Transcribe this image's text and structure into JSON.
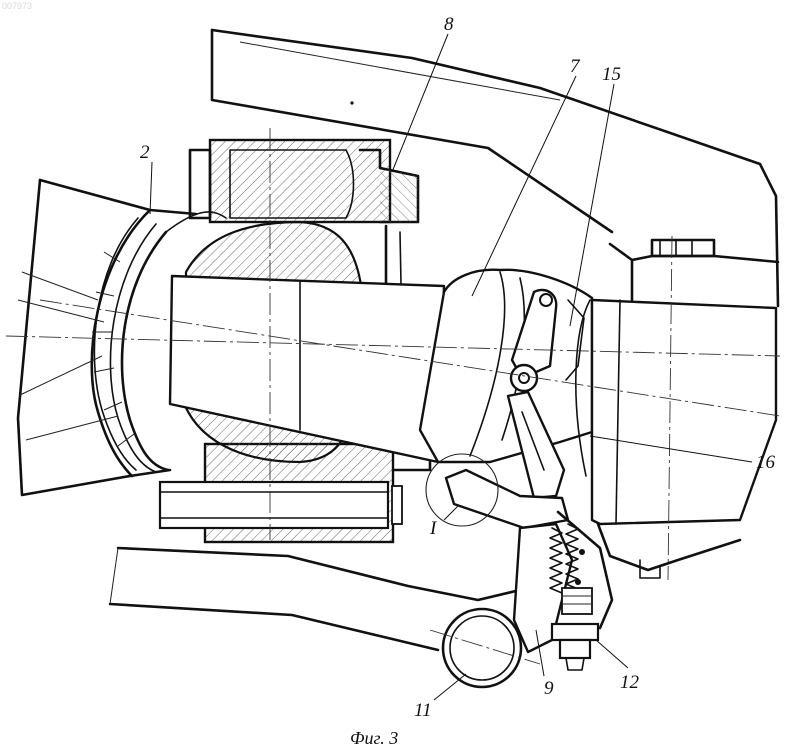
{
  "watermark": "007973",
  "caption": "Фиг. 3",
  "detail_mark": "I",
  "labels": {
    "l2": "2",
    "l7": "7",
    "l8": "8",
    "l9": "9",
    "l11": "11",
    "l12": "12",
    "l15": "15",
    "l16": "16"
  }
}
